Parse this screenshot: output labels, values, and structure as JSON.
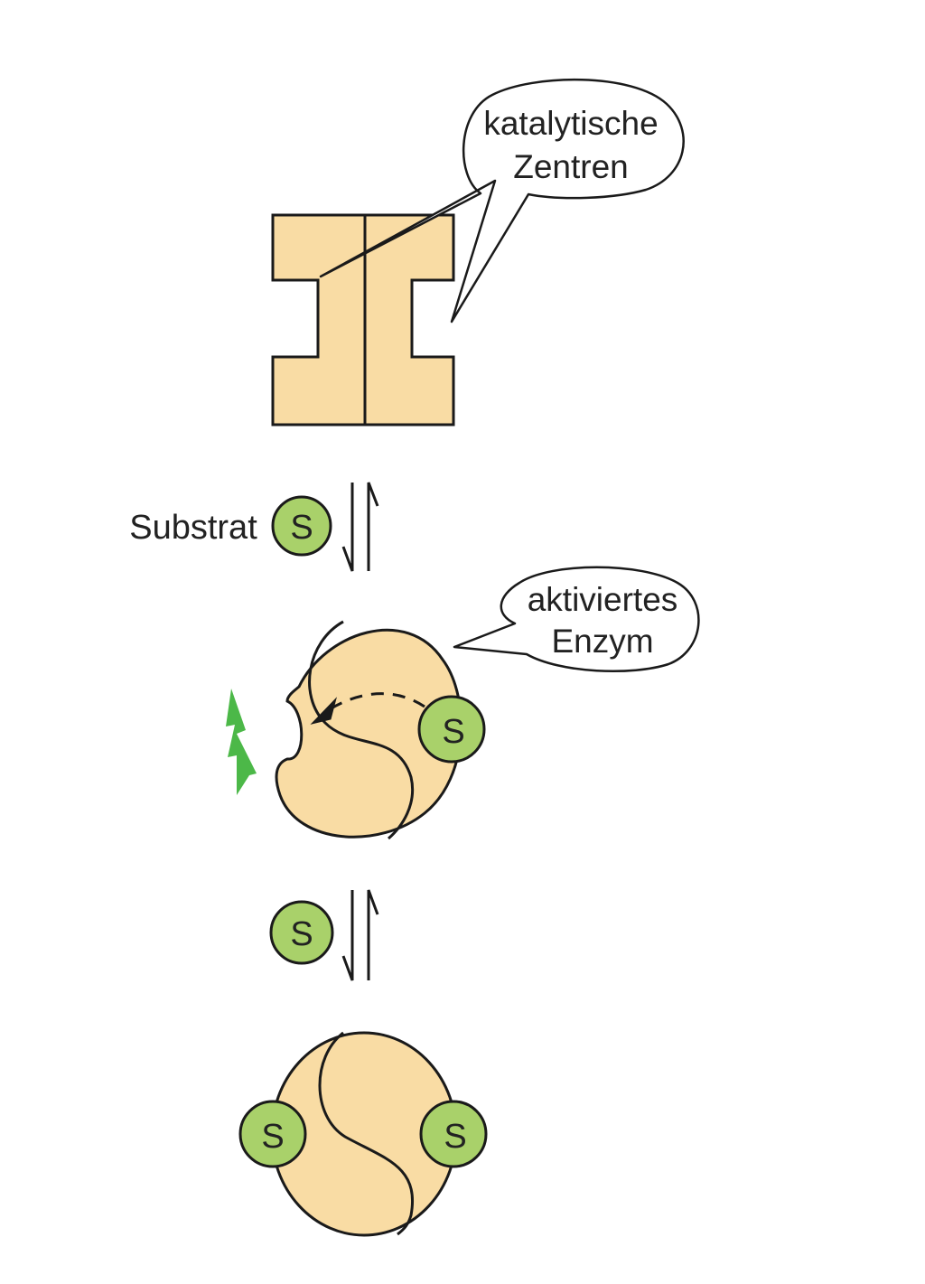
{
  "callouts": {
    "catalytic_line1": "katalytische",
    "catalytic_line2": "Zentren",
    "activated_line1": "aktiviertes",
    "activated_line2": "Enzym"
  },
  "substrate": {
    "label": "Substrat",
    "symbol": "S"
  },
  "colors": {
    "enzyme_fill": "#f9dca4",
    "substrate_fill": "#a9d16a",
    "lightning": "#4cb848",
    "outline": "#1a1a1a"
  }
}
